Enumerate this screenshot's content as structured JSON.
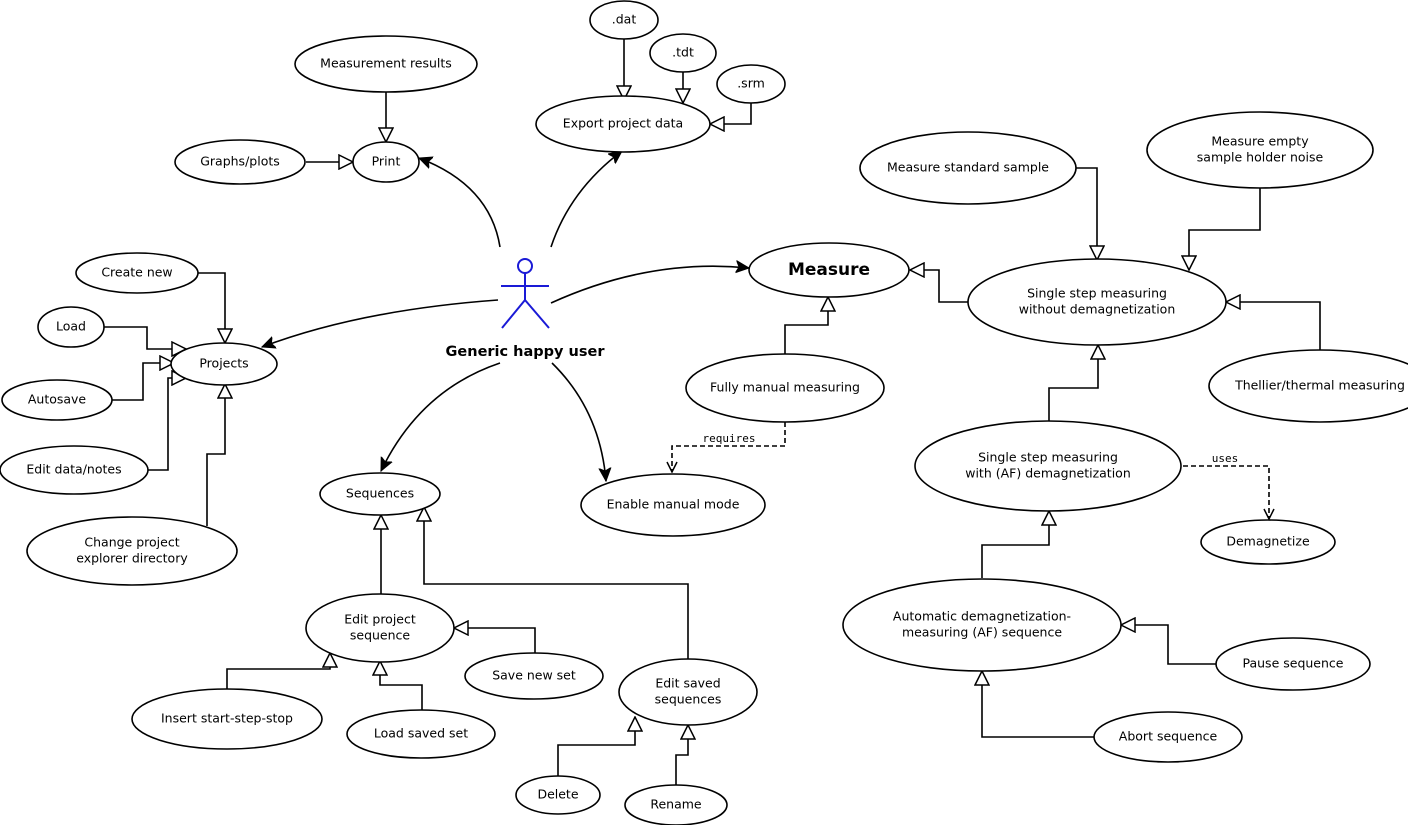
{
  "actor": {
    "name": "Generic happy user",
    "color": "#1a1ad6"
  },
  "use_cases": {
    "dat": ".dat",
    "tdt": ".tdt",
    "srm": ".srm",
    "export": "Export project data",
    "results": "Measurement results",
    "graphs": "Graphs/plots",
    "print": "Print",
    "create_new": "Create new",
    "load": "Load",
    "autosave": "Autosave",
    "edit_data": "Edit data/notes",
    "projects": "Projects",
    "change_dir": [
      "Change project",
      "explorer directory"
    ],
    "measure": "Measure",
    "std_sample": "Measure standard sample",
    "empty_holder": [
      "Measure empty",
      "sample holder noise"
    ],
    "single_nodemag": [
      "Single step measuring",
      "without demagnetization"
    ],
    "thellier": "Thellier/thermal measuring",
    "fully_manual": "Fully manual measuring",
    "enable_manual": "Enable manual mode",
    "single_af": [
      "Single step measuring",
      "with (AF) demagnetization"
    ],
    "demagnetize": "Demagnetize",
    "sequences": "Sequences",
    "edit_project_seq": [
      "Edit project",
      "sequence"
    ],
    "save_new_set": "Save new set",
    "insert_sss": "Insert start-step-stop",
    "load_saved_set": "Load saved set",
    "edit_saved_seq": [
      "Edit saved",
      "sequences"
    ],
    "delete": "Delete",
    "rename": "Rename",
    "auto_demag": [
      "Automatic demagnetization-",
      "measuring (AF) sequence"
    ],
    "pause": "Pause sequence",
    "abort": "Abort sequence"
  },
  "edge_labels": {
    "requires": "requires",
    "uses": "uses"
  }
}
